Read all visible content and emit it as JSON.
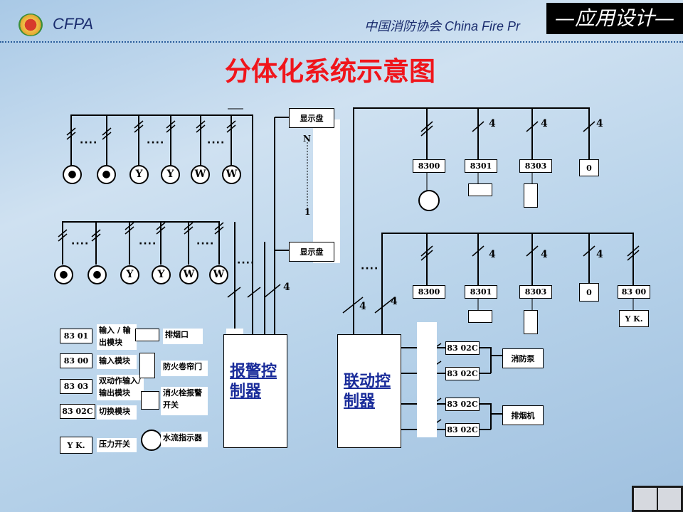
{
  "header": {
    "brand": "CFPA",
    "org": "中国消防协会  China Fire Pr",
    "section": "—应用设计—"
  },
  "title": "分体化系统示意图",
  "display": {
    "panel_top": "显示盘",
    "panel_bottom": "显示盘",
    "n": "N",
    "one": "1"
  },
  "controllers": {
    "alarm": "报警控制器",
    "linkage": "联动控制器"
  },
  "devices": {
    "smoke": "●",
    "temp": "Y",
    "flame": "W",
    "ellipsis": "····"
  },
  "modules_top": [
    "8300",
    "8301",
    "8303",
    "0"
  ],
  "modules_mid": [
    "8300",
    "8301",
    "8303",
    "0",
    "83 00"
  ],
  "counts": {
    "four": "4"
  },
  "yk": "Y K.",
  "switch_modules": [
    "83 02C",
    "83 02C",
    "83 02C",
    "83 02C"
  ],
  "outputs": {
    "pump": "消防泵",
    "fan": "排烟机"
  },
  "legend": [
    {
      "code": "83 01",
      "desc": "输入 / 输出模块"
    },
    {
      "code": "83 00",
      "desc": "输入模块"
    },
    {
      "code": "83 03",
      "desc": "双动作输入/输出模块"
    },
    {
      "code": "83 02C",
      "desc": "切换模块"
    },
    {
      "code": "Y K.",
      "desc": "压力开关"
    }
  ],
  "legend_symbols": [
    {
      "label": "排烟口",
      "icon": "smoke-vent-icon"
    },
    {
      "label": "防火卷帘门",
      "icon": "shutter-door-icon"
    },
    {
      "label": "消火栓报警开关",
      "icon": "hydrant-switch-icon"
    },
    {
      "label": "水流指示器",
      "icon": "water-flow-icon"
    }
  ]
}
